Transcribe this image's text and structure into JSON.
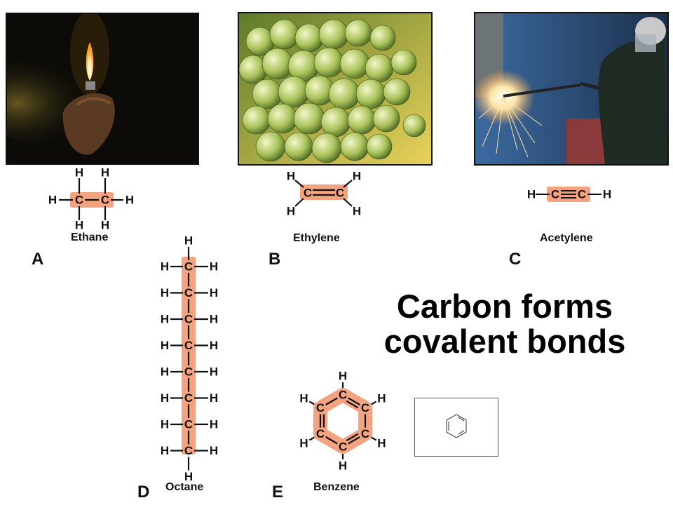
{
  "figure": {
    "title_line1": "Carbon forms",
    "title_line2": "covalent bonds",
    "highlight_color": "#f4a380"
  },
  "panels": [
    {
      "letter": "A",
      "name": "Ethane",
      "photo": "lighter-flame-photo"
    },
    {
      "letter": "B",
      "name": "Ethylene",
      "photo": "grapes-photo"
    },
    {
      "letter": "C",
      "name": "Acetylene",
      "photo": "welding-torch-photo"
    },
    {
      "letter": "D",
      "name": "Octane"
    },
    {
      "letter": "E",
      "name": "Benzene"
    }
  ],
  "atoms": {
    "carbon": "C",
    "hydrogen": "H"
  }
}
